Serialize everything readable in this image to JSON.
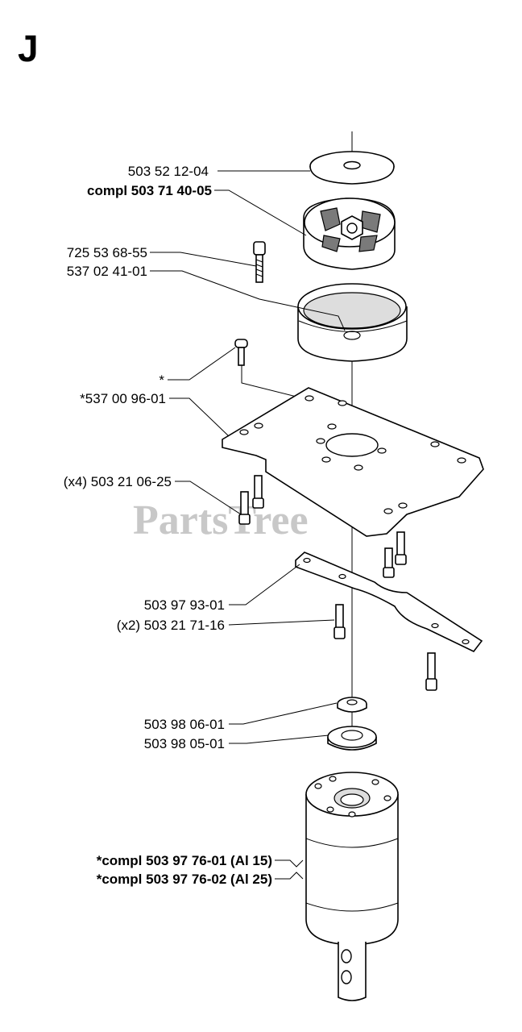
{
  "page": {
    "section_letter": "J"
  },
  "watermark": {
    "text": "PartsTree",
    "trademark": "TM",
    "color": "#c8c8c8"
  },
  "labels": [
    {
      "id": "washer",
      "text": "503 52 12-04",
      "bold": false
    },
    {
      "id": "clutch",
      "text": "compl 503 71 40-05",
      "bold": true
    },
    {
      "id": "clutch-screw",
      "text": "725 53 68-55",
      "bold": false
    },
    {
      "id": "clutch-drum",
      "text": "537 02 41-01",
      "bold": false
    },
    {
      "id": "asterisk",
      "text": "*",
      "bold": false
    },
    {
      "id": "plate",
      "text": "*537 00 96-01",
      "bold": false
    },
    {
      "id": "plate-screws",
      "text": "(x4) 503 21 06-25",
      "bold": false
    },
    {
      "id": "bracket",
      "text": "503 97 93-01",
      "bold": false
    },
    {
      "id": "bracket-screws",
      "text": "(x2) 503 21 71-16",
      "bold": false
    },
    {
      "id": "spacer",
      "text": "503 98 06-01",
      "bold": false
    },
    {
      "id": "seal",
      "text": "503 98 05-01",
      "bold": false
    },
    {
      "id": "gear-al15",
      "text": "*compl 503 97 76-01 (Al 15)",
      "bold": true
    },
    {
      "id": "gear-al25",
      "text": "*compl 503 97 76-02 (Al 25)",
      "bold": true
    }
  ]
}
